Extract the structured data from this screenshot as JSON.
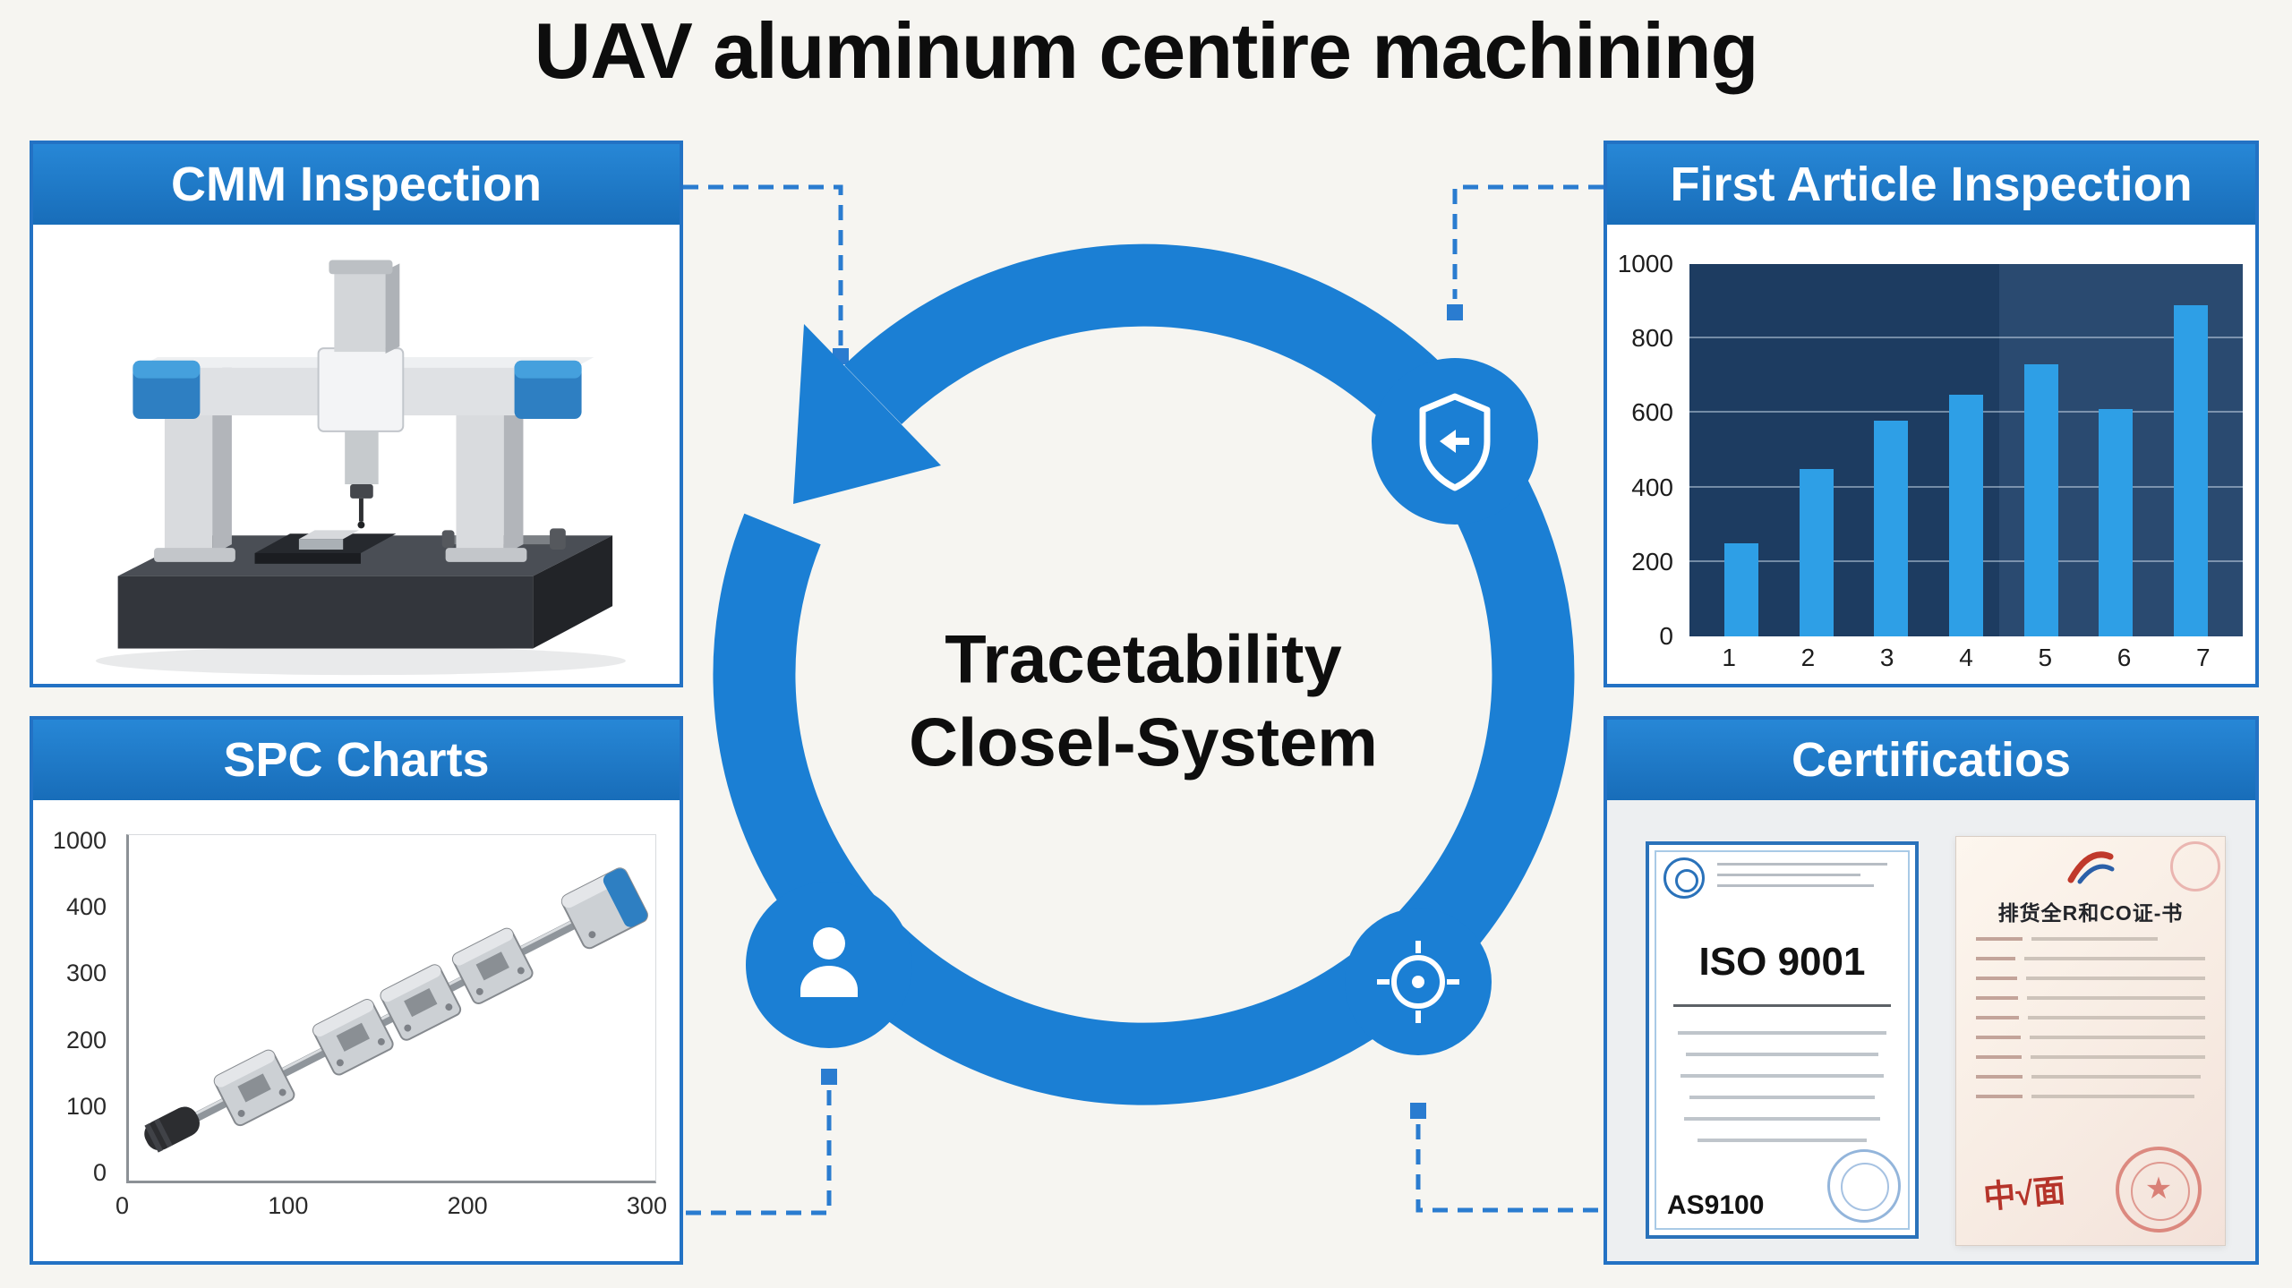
{
  "page": {
    "title": "UAV aluminum centire machining"
  },
  "center": {
    "line1": "Tracetability",
    "line2": "Closel-System"
  },
  "panels": {
    "cmm": {
      "title": "CMM Inspection"
    },
    "spc": {
      "title": "SPC Charts"
    },
    "fai": {
      "title": "First Article Inspection"
    },
    "cert": {
      "title": "Certificatios",
      "left_certificate": {
        "standard_top": "ISO 9001",
        "standard_bottom": "AS9100"
      },
      "right_certificate": {
        "heading": "排货全R和CO证-书",
        "signature": "中√面"
      }
    }
  },
  "colors": {
    "accent_blue": "#2372c4",
    "ring_blue": "#1b7fd4",
    "bar_blue": "#2e9fe6",
    "chart_navy": "#1d3c61",
    "connector_blue": "#2a7cd0"
  },
  "icons": [
    "shield-arrow",
    "person",
    "crosshair-target",
    "cycle-arrow"
  ],
  "chart_data": [
    {
      "type": "bar",
      "title": "First Article Inspection",
      "categories": [
        "1",
        "2",
        "3",
        "4",
        "5",
        "6",
        "7"
      ],
      "values": [
        250,
        450,
        580,
        650,
        730,
        610,
        890
      ],
      "ylim": [
        0,
        1000
      ],
      "yticks": [
        0,
        200,
        400,
        600,
        800,
        1000
      ],
      "xlabel": "",
      "ylabel": "",
      "grid": true,
      "legend": false
    },
    {
      "type": "illustration",
      "title": "SPC Charts",
      "ytick_labels": [
        "1000",
        "400",
        "300",
        "200",
        "100",
        "0"
      ],
      "xtick_labels": [
        "0",
        "100",
        "200",
        "300"
      ]
    }
  ]
}
